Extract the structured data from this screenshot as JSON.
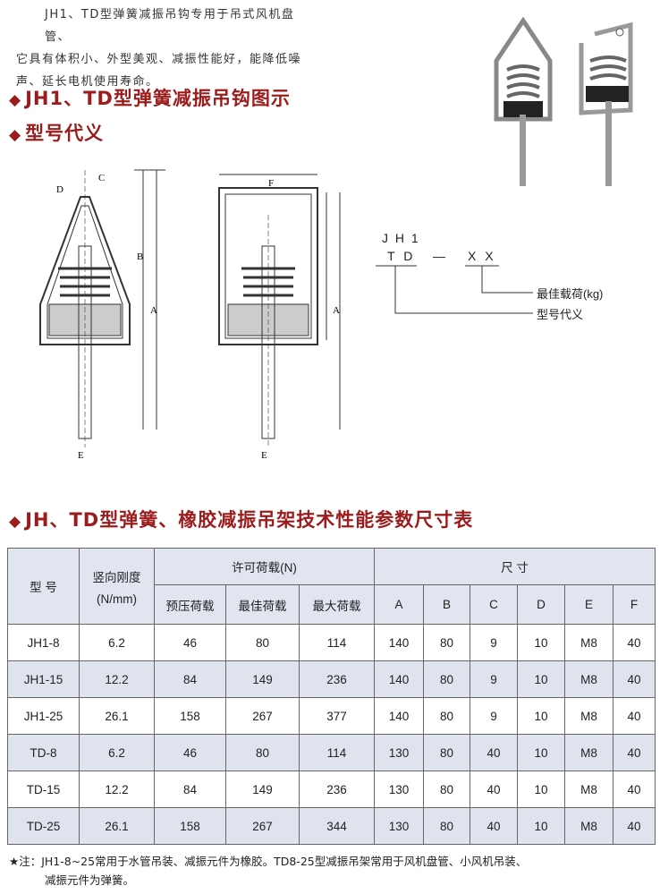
{
  "intro": {
    "line1": "JH1、TD型弹簧减振吊钩专用于吊式风机盘管、",
    "line2": "它具有体积小、外型美观、减振性能好，能降低噪",
    "line3": "声、延长电机使用寿命。"
  },
  "headings": {
    "diagram": "JH1、TD型弹簧减振吊钩图示",
    "model_code": "型号代义",
    "table": "JH、TD型弹簧、橡胶减振吊架技术性能参数尺寸表"
  },
  "drawing_labels": {
    "A": "A",
    "B": "B",
    "C": "C",
    "D": "D",
    "E": "E",
    "F": "F"
  },
  "model_code": {
    "line1": "J H 1",
    "line2": "T D",
    "dash": "—",
    "suffix": "X X",
    "suffix_meaning": "最佳载荷(kg)",
    "prefix_meaning": "型号代义"
  },
  "table": {
    "header": {
      "model": "型  号",
      "stiffness": "竖向刚度",
      "stiffness_unit": "(N/mm)",
      "load": "许可荷载(N)",
      "size": "尺      寸",
      "load_cols": [
        "预压荷载",
        "最佳荷载",
        "最大荷载"
      ],
      "size_cols": [
        "A",
        "B",
        "C",
        "D",
        "E",
        "F"
      ]
    },
    "rows": [
      [
        "JH1-8",
        "6.2",
        "46",
        "80",
        "114",
        "140",
        "80",
        "9",
        "10",
        "M8",
        "40"
      ],
      [
        "JH1-15",
        "12.2",
        "84",
        "149",
        "236",
        "140",
        "80",
        "9",
        "10",
        "M8",
        "40"
      ],
      [
        "JH1-25",
        "26.1",
        "158",
        "267",
        "377",
        "140",
        "80",
        "9",
        "10",
        "M8",
        "40"
      ],
      [
        "TD-8",
        "6.2",
        "46",
        "80",
        "114",
        "130",
        "80",
        "40",
        "10",
        "M8",
        "40"
      ],
      [
        "TD-15",
        "12.2",
        "84",
        "149",
        "236",
        "130",
        "80",
        "40",
        "10",
        "M8",
        "40"
      ],
      [
        "TD-25",
        "26.1",
        "158",
        "267",
        "344",
        "130",
        "80",
        "40",
        "10",
        "M8",
        "40"
      ]
    ]
  },
  "note": {
    "line1": "★注：JH1-8~25常用于水管吊装、减振元件为橡胶。TD8-25型减振吊架常用于风机盘管、小风机吊装、",
    "line2": "减振元件为弹簧。"
  }
}
